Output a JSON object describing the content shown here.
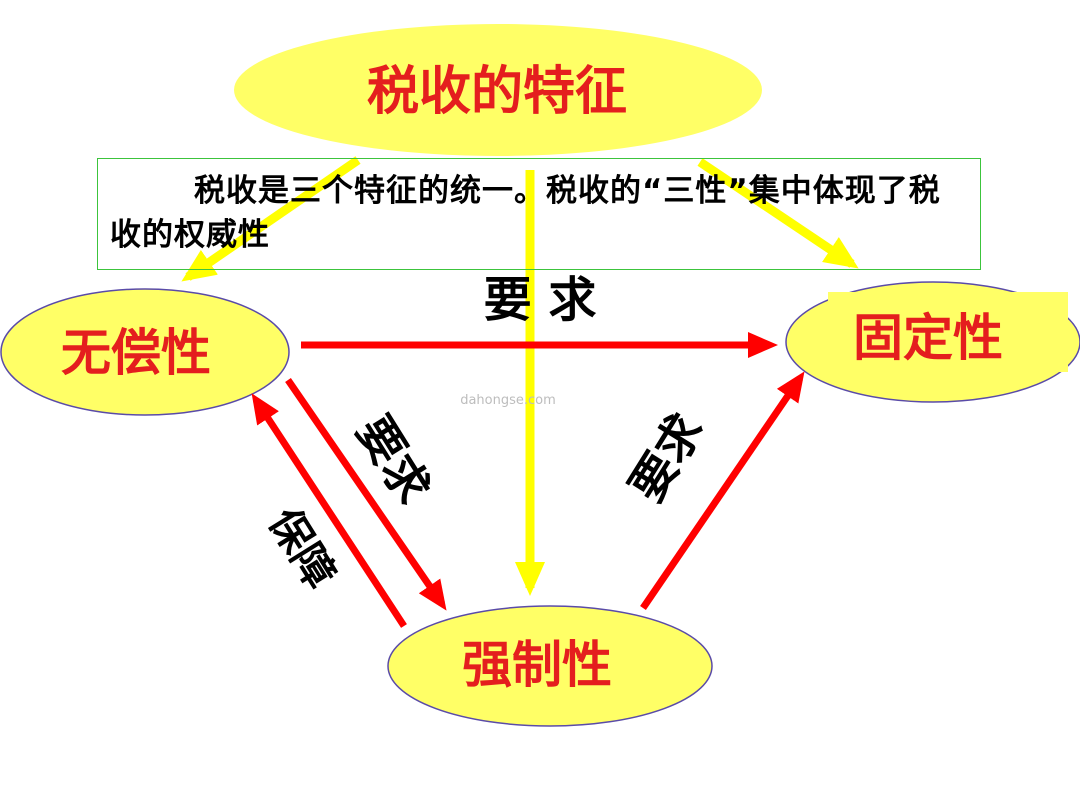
{
  "title": "税收的特征",
  "note": "税收是三个特征的统一。税收的“三性”集中体现了税收的权威性",
  "nodes": {
    "free": "无偿性",
    "fixed": "固定性",
    "compulsory": "强制性"
  },
  "edges": {
    "free_to_fixed": "要 求",
    "free_to_compulsory": "要求",
    "compulsory_to_free": "保障",
    "compulsory_to_fixed": "要求"
  },
  "watermark": "dahongse.com",
  "colors": {
    "ellipse_fill": "#ffff66",
    "node_text": "#e41e1e",
    "red_arrow": "#ff0000",
    "yellow_arrow": "#ffff00",
    "note_border": "#3cc43c"
  }
}
